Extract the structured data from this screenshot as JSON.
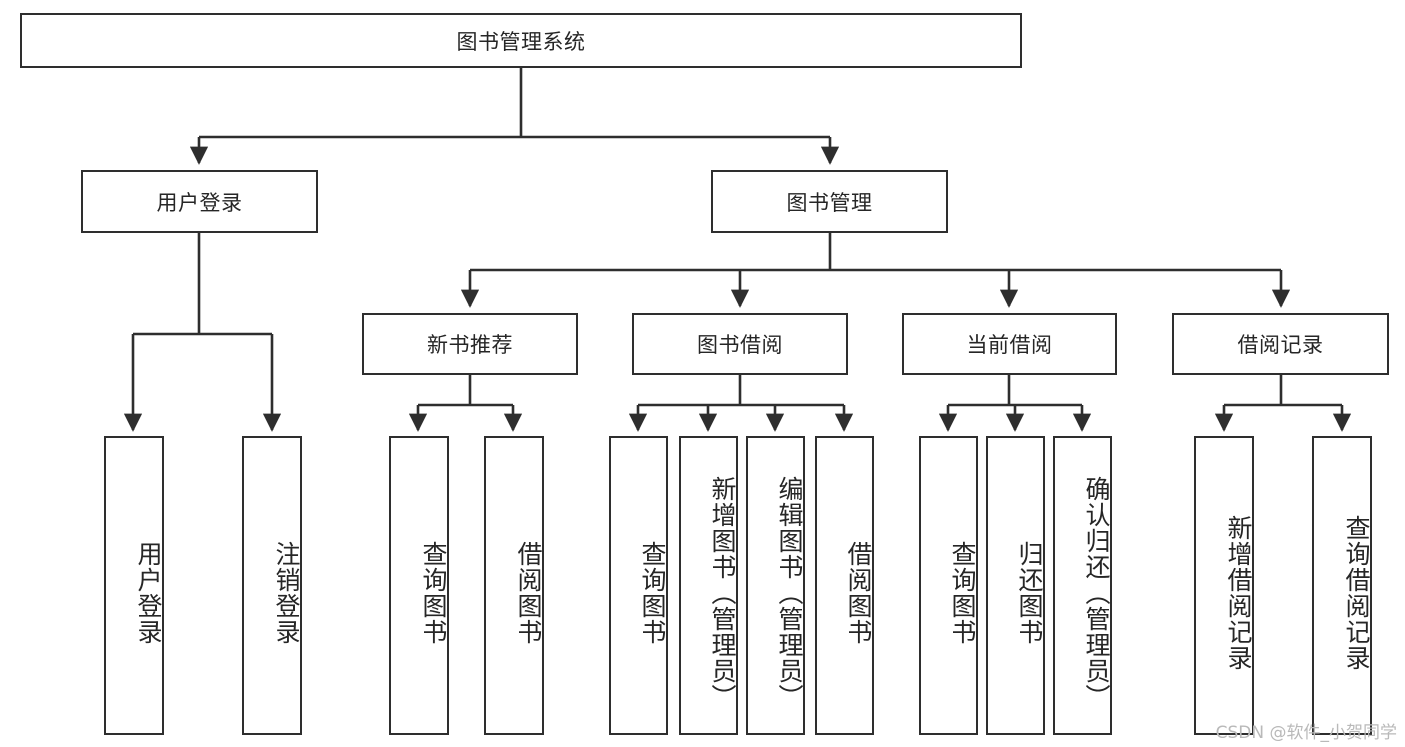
{
  "diagram": {
    "title": "图书管理系统",
    "watermark": "CSDN @软件_小贺同学",
    "line_color": "#2e2e2e",
    "text_color": "#262626",
    "background_color": "#ffffff",
    "root": {
      "label": "图书管理系统"
    },
    "level1": [
      {
        "label": "用户登录"
      },
      {
        "label": "图书管理"
      }
    ],
    "level2": [
      {
        "label": "新书推荐"
      },
      {
        "label": "图书借阅"
      },
      {
        "label": "当前借阅"
      },
      {
        "label": "借阅记录"
      }
    ],
    "leaves": {
      "user_login": [
        {
          "label": "用户登录"
        },
        {
          "label": "注销登录"
        }
      ],
      "new_book_recommend": [
        {
          "label": "查询图书"
        },
        {
          "label": "借阅图书"
        }
      ],
      "book_borrow": [
        {
          "label": "查询图书"
        },
        {
          "label": "新增图书（管理员）"
        },
        {
          "label": "编辑图书（管理员）"
        },
        {
          "label": "借阅图书"
        }
      ],
      "current_borrow": [
        {
          "label": "查询图书"
        },
        {
          "label": "归还图书"
        },
        {
          "label": "确认归还（管理员）"
        }
      ],
      "borrow_record": [
        {
          "label": "新增借阅记录"
        },
        {
          "label": "查询借阅记录"
        }
      ]
    }
  }
}
